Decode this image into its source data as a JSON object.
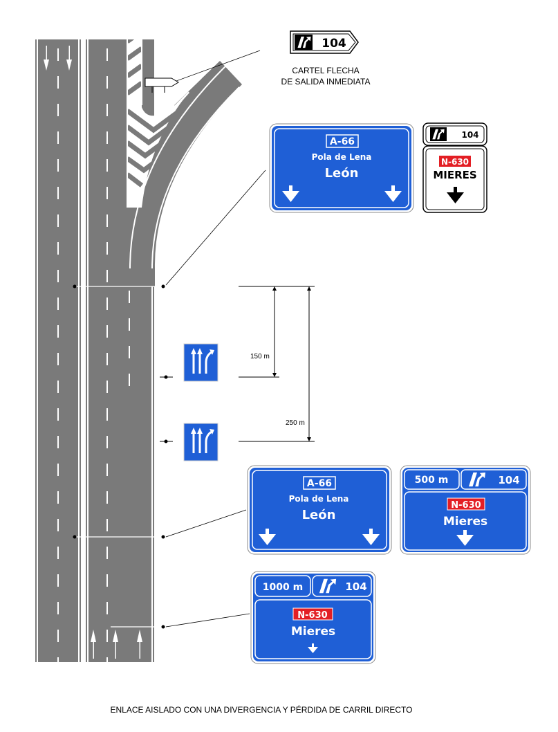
{
  "title": "ENLACE AISLADO CON UNA DIVERGENCIA Y PÉRDIDA DE CARRIL DIRECTO",
  "exit_arrow_sign": {
    "number": "104",
    "caption_line1": "CARTEL FLECHA",
    "caption_line2": "DE SALIDA INMEDIATA"
  },
  "gantry_sign_1": {
    "road_code": "A-66",
    "via": "Pola de Lena",
    "destination": "León",
    "exit_number": "104",
    "exit_road": "N-630",
    "exit_destination": "MIERES"
  },
  "dimensions": {
    "short": "150 m",
    "long": "250 m"
  },
  "gantry_sign_2": {
    "road_code": "A-66",
    "via": "Pola de Lena",
    "destination": "León",
    "distance": "500 m",
    "exit_number": "104",
    "exit_road": "N-630",
    "exit_destination": "Mieres"
  },
  "advance_sign": {
    "distance": "1000 m",
    "exit_number": "104",
    "exit_road": "N-630",
    "exit_destination": "Mieres"
  },
  "colors": {
    "road": "#7a7a7a",
    "sign_blue": "#1f5fd6",
    "road_code_red": "#e31e24"
  }
}
